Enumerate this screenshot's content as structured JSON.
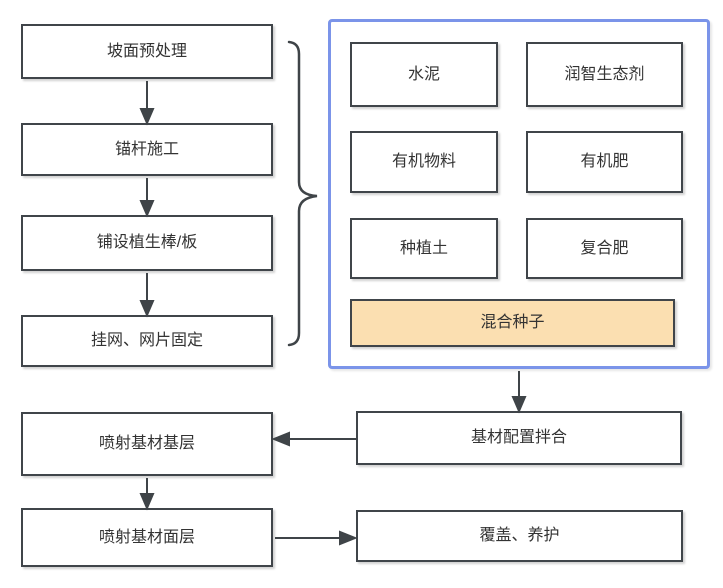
{
  "flowchart": {
    "left_steps": [
      "坡面预处理",
      "锚杆施工",
      "铺设植生棒/板",
      "挂网、网片固定"
    ],
    "materials_panel": {
      "grid_items": [
        "水泥",
        "润智生态剂",
        "有机物料",
        "有机肥",
        "种植土",
        "复合肥"
      ],
      "highlighted_item": "混合种子"
    },
    "mixing_box": "基材配置拌合",
    "spray_base_box": "喷射基材基层",
    "spray_surface_box": "喷射基材面层",
    "cover_box": "覆盖、养护",
    "colors": {
      "box_border": "#40454a",
      "panel_border": "#7b94e9",
      "highlight_fill": "#fbdfb1",
      "arrow": "#3f4448",
      "text": "#333333",
      "background": "#ffffff"
    }
  }
}
